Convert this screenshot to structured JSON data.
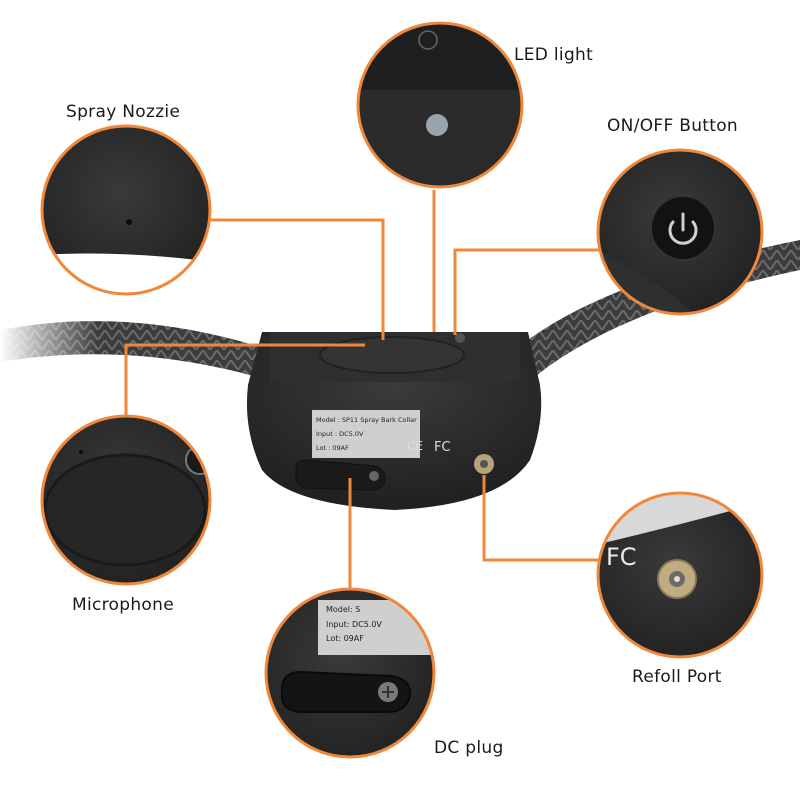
{
  "callouts": {
    "spray_nozzle": "Spray Nozzie",
    "led_light": "LED light",
    "on_off_button": "ON/OFF Button",
    "microphone": "Microphone",
    "refill_port": "Refoll Port",
    "dc_plug": "DC plug"
  },
  "product_label": {
    "model": "Model : SP11 Spray Bark Collar",
    "input": "Input : DC5.0V",
    "lot": "Lot : 09AF",
    "cert_fc": "FC",
    "cert_ce": "CE"
  },
  "zoom_label": {
    "model_partial": "Model: S",
    "input": "Input: DC5.0V",
    "lot": "Lot: 09AF",
    "cert_fc": "FC"
  },
  "colors": {
    "accent_line": "#f0883c",
    "device_body": "#2b2b2b",
    "strap": "#3a3a3a",
    "label_bg": "#d9d9d9"
  }
}
